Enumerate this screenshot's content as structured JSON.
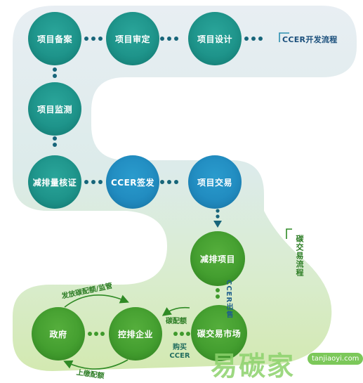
{
  "colors": {
    "teal_node": "#1b8f86",
    "blue_node": "#1f88bd",
    "green_node": "#3f9a2c",
    "track_top": "#e6eff4",
    "track_bottom": "#d6ebb9",
    "connector": "#17657a",
    "brand": "#6ac04a"
  },
  "ccer_flow": {
    "title": "CCER开发流程",
    "nodes": [
      "项目备案",
      "项目审定",
      "项目设计",
      "项目监测",
      "减排量核证",
      "CCER签发",
      "项目交易"
    ]
  },
  "carbon_trade": {
    "title": "碳交易流程",
    "nodes": [
      "减排项目",
      "碳交易市场",
      "控排企业",
      "政府"
    ],
    "labels": {
      "ccer_sale": "CCER出售",
      "carbon_quota": "碳配额",
      "buy_ccer_line1": "购买",
      "buy_ccer_line2": "CCER",
      "issue_quota": "发放碳配额/监管",
      "submit_quota": "上缴配额"
    }
  },
  "watermark": {
    "logo_text": "易碳家",
    "site": "tanjiaoyi.com"
  }
}
